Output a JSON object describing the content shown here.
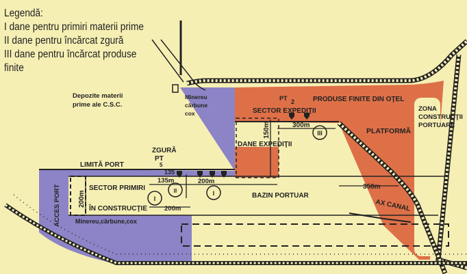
{
  "legend": {
    "title": "Legendă:",
    "items": [
      "I dane pentru primiri materii prime",
      "II dane pentru încărcat zgură",
      "III dane pentru încărcat produse",
      "finite"
    ]
  },
  "labels": {
    "depozite": [
      "Depozite materii",
      "prime ale C.S.C."
    ],
    "minereu_block": [
      "Minereu",
      "cărbune",
      "cox"
    ],
    "pt2": [
      "PT",
      "2"
    ],
    "produse_finite": "PRODUSE FINITE DIN OŢEL",
    "sector_expeditii": "SECTOR EXPEDIŢII",
    "dim_300": "300m",
    "dim_150": "150m",
    "dane_expeditii": "DANE EXPEDIŢII",
    "platforma": "PLATFORMĂ",
    "zona": [
      "ZONA",
      "CONSTRUCŢII",
      "PORTUARE"
    ],
    "zgura": [
      "ZGURĂ",
      "PT",
      "5"
    ],
    "limita_port": "LIMITĂ PORT",
    "dim_135a": "135",
    "dim_135b": "135m",
    "dim_200a": "200m",
    "dim_200b": "200m",
    "dim_200v": "200m",
    "dim_350": "350m",
    "sector_primiri": "SECTOR PRIMIRI",
    "in_constructie": "ÎN CONSTRUCŢIE",
    "bazin": "BAZIN PORTUAR",
    "ax_canal": "AX CANAL",
    "acces_port": "ACCES PORT",
    "minereu_bottom": "Minereu,cărbune,cox",
    "berth_I": "I",
    "berth_II": "II",
    "berth_III": "III"
  },
  "colors": {
    "background": "#f6efb4",
    "raw_materials": "#8c84c6",
    "finished_products": "#de7048"
  }
}
